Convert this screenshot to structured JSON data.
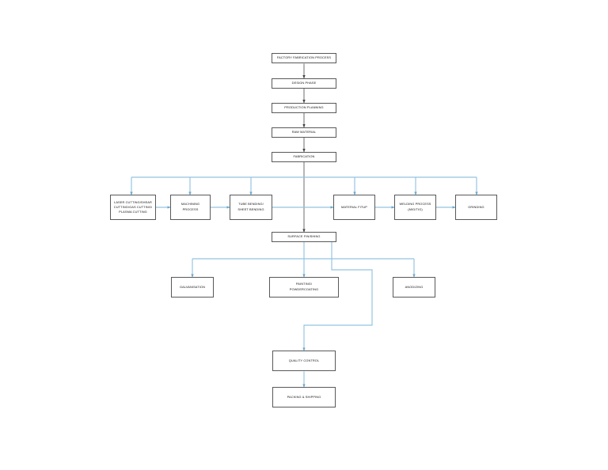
{
  "diagram": {
    "title": "Factory Fabrication Process Flowchart",
    "colors": {
      "box_border": "#595959",
      "box_fill": "#ffffff",
      "text": "#101010",
      "main_arrow": "#404040",
      "branch_arrow": "#93c3e0"
    },
    "nodes": {
      "factory_fabrication_process": "FACTORY FABRICATION PROCESS",
      "design_phase": "DESIGN PHASE",
      "production_planning": "PRODUCTION PLANNING",
      "raw_material": "RAW MATERIAL",
      "fabrication": "FABRICATION",
      "cutting": "LASER CUTTING/SHEAR\nCUTTING/GAS CUTTING/\nPLASMA CUTTING",
      "machining_process": "MACHINING\nPROCESS",
      "bending": "TUBE BENDING/\nSHEET BENDING",
      "material_fitup": "MATERIAL FITUP",
      "welding_process": "WELDING PROCESS\n(MIG/TIG)",
      "grinding": "GRINDING",
      "surface_finishing": "SURFACE FINISHING",
      "galvanisation": "GALVANISATION",
      "painting_powdercoating": "PAINTING/\nPOWDERCOATING",
      "anodizing": "ANODIZING",
      "quality_control": "QUALITY CONTROL",
      "packing_shipping": "PACKING & SHIPPING"
    }
  }
}
